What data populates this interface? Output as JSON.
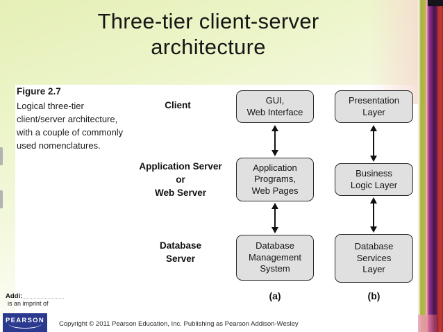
{
  "slide": {
    "title": "Three-tier client-server\narchitecture"
  },
  "figure": {
    "caption_title": "Figure 2.7",
    "caption_body": "Logical three-tier\nclient/server architecture,\nwith a couple of commonly\nused nomenclatures.",
    "rows": [
      {
        "label": "Client",
        "a": "GUI,\nWeb Interface",
        "b": "Presentation\nLayer"
      },
      {
        "label": "Application Server\nor\nWeb Server",
        "a": "Application\nPrograms,\nWeb Pages",
        "b": "Business\nLogic Layer"
      },
      {
        "label": "Database\nServer",
        "a": "Database\nManagement\nSystem",
        "b": "Database\nServices\nLayer"
      }
    ],
    "column_tags": {
      "a": "(a)",
      "b": "(b)"
    }
  },
  "footer": {
    "imprint_name": "Addi:",
    "imprint_caption": "is an imprint of",
    "logo_text": "PEARSON",
    "copyright": "Copyright © 2011 Pearson Education, Inc. Publishing as Pearson Addison-Wesley"
  },
  "palette": {
    "title_color": "#161616",
    "slide_bg_top": "#e8f2c2",
    "box_fill": "#e0e0e0",
    "box_border": "#2a2a2a",
    "pearson_blue": "#2b3a8f",
    "stripe_olive": "#a9b13c",
    "stripe_pink": "#eec0bb",
    "stripe_purple": "#6b2375",
    "stripe_red": "#c23b36"
  }
}
